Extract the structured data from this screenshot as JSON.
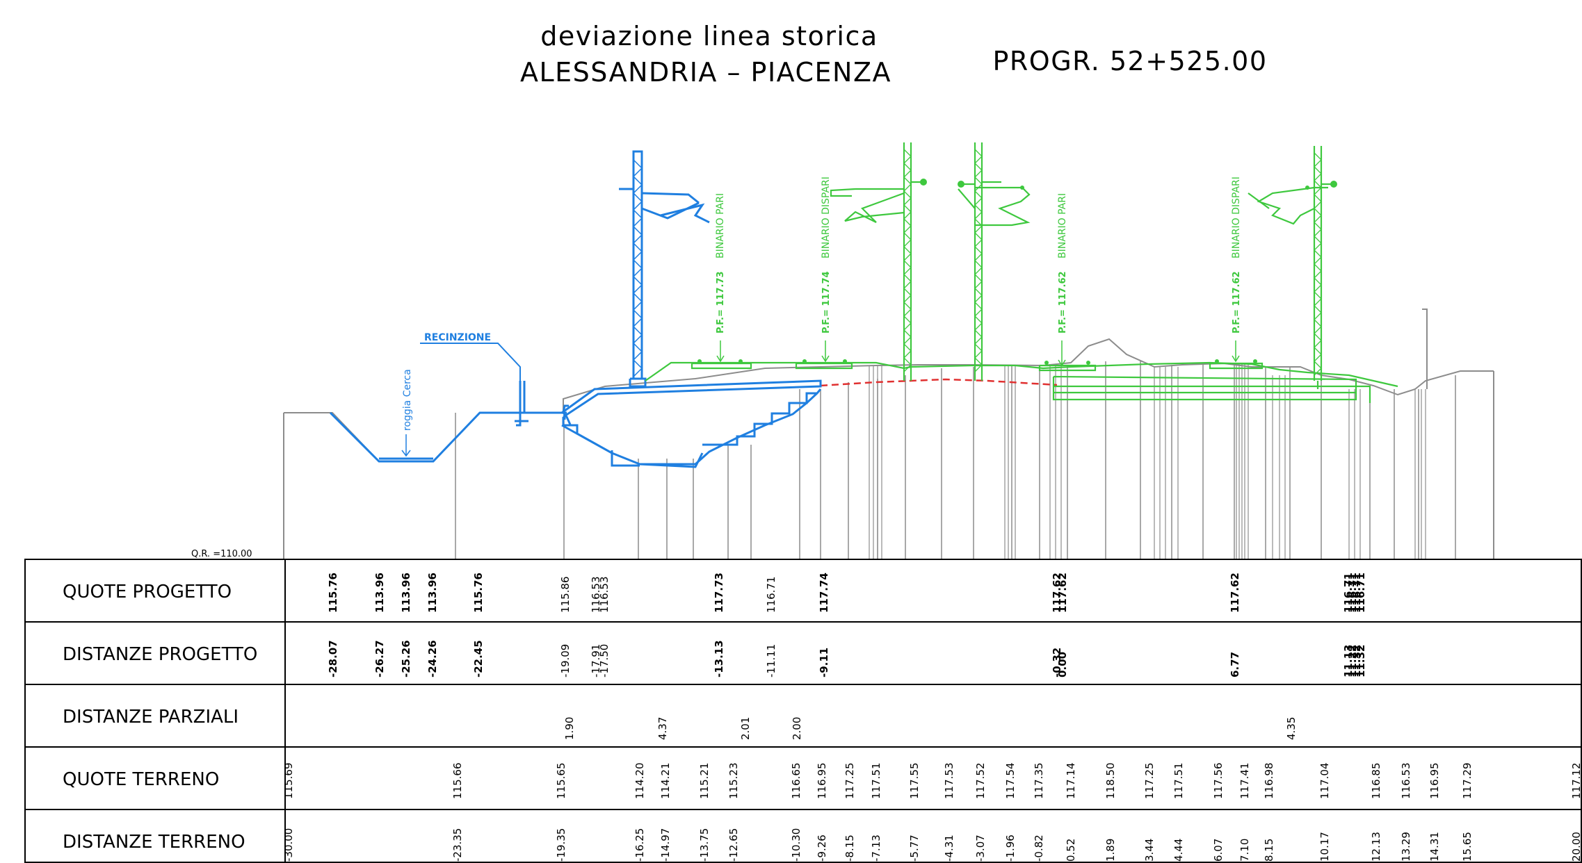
{
  "title": {
    "line1": "deviazione linea storica",
    "line2": "ALESSANDRIA – PIACENZA",
    "progressive": "PROGR. 52+525.00"
  },
  "reference_level": "Q.R. =110.00",
  "labels": {
    "fence": "RECINZIONE",
    "ditch": "roggia Cerca",
    "tracks": [
      {
        "pf": "P.F.= 117.73",
        "name": "BINARIO PARI"
      },
      {
        "pf": "P.F.= 117.74",
        "name": "BINARIO DISPARI"
      },
      {
        "pf": "P.F.= 117.62",
        "name": "BINARIO PARI"
      },
      {
        "pf": "P.F.= 117.62",
        "name": "BINARIO DISPARI"
      }
    ]
  },
  "table": {
    "rows": [
      "QUOTE PROGETTO",
      "DISTANZE PROGETTO",
      "DISTANZE PARZIALI",
      "QUOTE TERRENO",
      "DISTANZE TERRENO"
    ],
    "quote_progetto": [
      "115.76",
      "113.96",
      "113.96",
      "113.96",
      "115.76",
      "115.86",
      "116.53",
      "116.53",
      "117.73",
      "116.71",
      "117.74",
      "117.62",
      "117.62",
      "117.62",
      "116.71",
      "116.71",
      "116.71",
      "116.71"
    ],
    "distanze_progetto": [
      "-28.07",
      "-26.27",
      "-25.26",
      "-24.26",
      "-22.45",
      "-19.09",
      "-17.91",
      "-17.50",
      "-13.13",
      "-11.11",
      "-9.11",
      "-0.32",
      "0.00",
      "6.77",
      "11.13",
      "11.22",
      "11.32",
      "11.32"
    ],
    "distanze_parziali": [
      "1.90",
      "4.37",
      "2.01",
      "2.00",
      "4.35"
    ],
    "quote_terreno": [
      "115.69",
      "115.66",
      "115.65",
      "114.20",
      "114.21",
      "115.21",
      "115.23",
      "116.65",
      "116.95",
      "117.25",
      "117.51",
      "117.55",
      "117.53",
      "117.52",
      "117.54",
      "117.35",
      "117.14",
      "118.50",
      "117.25",
      "117.51",
      "117.56",
      "117.41",
      "116.98",
      "117.04",
      "116.85",
      "116.53",
      "116.95",
      "117.29",
      "117.12"
    ],
    "distanze_terreno": [
      "-30.00",
      "-23.35",
      "-19.35",
      "-16.25",
      "-14.97",
      "-13.75",
      "-12.65",
      "-10.30",
      "-9.26",
      "-8.15",
      "-7.13",
      "-5.77",
      "-4.31",
      "-3.07",
      "-1.96",
      "-0.82",
      "0.52",
      "1.89",
      "3.44",
      "4.44",
      "6.07",
      "7.10",
      "8.15",
      "10.17",
      "12.13",
      "13.29",
      "14.31",
      "15.65",
      "20.00"
    ]
  },
  "colors": {
    "existing": "#3ec83e",
    "project": "#1f7fe0",
    "terrain": "#8c8c8c",
    "axis_red": "#e03030"
  }
}
